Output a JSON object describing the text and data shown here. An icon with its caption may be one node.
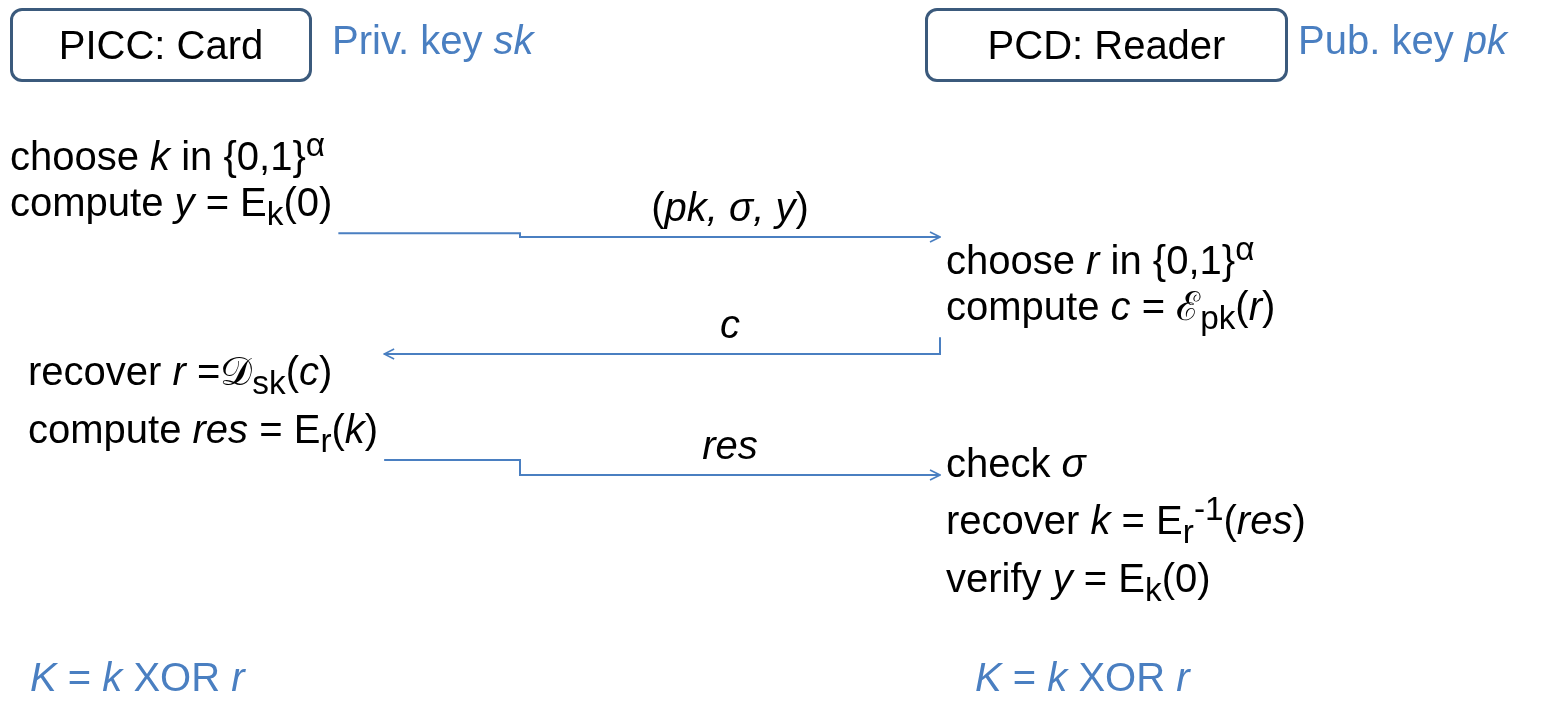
{
  "diagram": {
    "nodes": [
      {
        "text": [
          "PICC: Card"
        ],
        "beside": [
          "Priv. key *sk*"
        ]
      },
      {
        "text": [
          "PCD: Reader"
        ],
        "beside": [
          "Pub. key *pk*"
        ]
      },
      {
        "text": [
          "choose *k* in {0,1}$^{α}$",
          "compute *y* = E$_{k}$(0)"
        ]
      },
      {
        "text": [
          "choose *r* in {0,1}$^{α}$",
          "compute *c* = ℰ$_{pk}$(*r*)"
        ]
      },
      {
        "text": [
          "recover *r* =𝒟$_{sk}$(*c*)",
          "compute *res* = E$_{r}$(*k*)"
        ]
      },
      {
        "text": [
          "check *σ*",
          "recover *k* = E$_{r}$$^{-1}$(*res*)",
          "verify *y* = E$_{k}$(0)"
        ]
      }
    ],
    "edges": [
      {
        "from": 2,
        "to": 3,
        "arrow": "to",
        "label": "(*pk, σ, y*)"
      },
      {
        "from": 3,
        "to": 4,
        "arrow": "to",
        "label": "*c*"
      },
      {
        "from": 4,
        "to": 5,
        "arrow": "to",
        "label": "*res*"
      }
    ],
    "labels": [
      "*K* = *k* XOR *r*",
      "*K* = *k* XOR *r*"
    ]
  }
}
